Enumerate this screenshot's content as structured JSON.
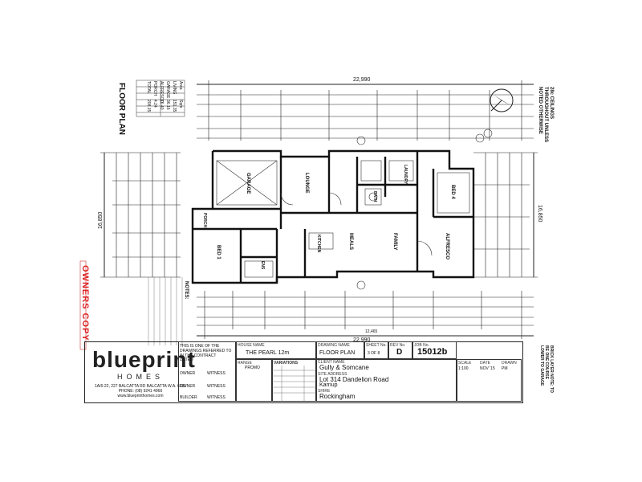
{
  "sheet": {
    "title": "FLOOR PLAN",
    "owners_copy": "OWNERS COPY",
    "ceilings_note": "28c CEILINGS\nTHROUGHOUT UNLESS\nNOTED OTHERWISE"
  },
  "dimensions": {
    "overall_width_top": "22,990",
    "overall_width_bottom": "22,990",
    "overall_depth_left": "16,850",
    "overall_depth_right": "16,850",
    "right_segment": "12,465"
  },
  "rooms": {
    "garage": "GARAGE",
    "lounge": "LOUNGE",
    "meals": "MEALS",
    "family": "FAMILY",
    "alfresco": "ALFRESCO",
    "bed_1": "BED 1",
    "bed_4": "BED 4",
    "laundry": "LAUNDRY",
    "ens": "ENS",
    "bath": "BATH",
    "porch": "PORCH",
    "kitchen": "KITCHEN"
  },
  "title_block": {
    "brand": "blueprint",
    "brand_sub": "HOMES",
    "brand_address": "1A/6-22, 227 BALCATTA RD BALCATTA W.A. 6021",
    "brand_phone": "PHONE: (08) 9241 4966",
    "brand_web": "www.blueprinthomes.com",
    "contract_note": "THIS IS ONE OF THE DRAWINGS REFERRED TO IN THE CONTRACT",
    "dated_label": "DATED",
    "owner_label": "OWNER",
    "witness_label": "WITNESS",
    "builder_label": "BUILDER",
    "house_name_label": "HOUSE NAME",
    "house_name": "THE PEARL 12m",
    "drawing_name_label": "DRAWING NAME",
    "drawing_name": "FLOOR PLAN",
    "sheet_no_label": "SHEET No.",
    "sheet_no": "3 OF 8",
    "revision_label": "REV No.",
    "revision": "D",
    "job_no_label": "JOB No.",
    "job_no": "15012b",
    "range_label": "RANGE",
    "range": "PROMO",
    "variations_label": "VARIATIONS",
    "client_label": "CLIENT NAME",
    "client": "Gully & Somcane",
    "site_label": "SITE ADDRESS",
    "site_line1": "Lot 314 Dandelion Road",
    "site_line2": "Karnup",
    "shire_label": "SHIRE",
    "shire": "Rockingham",
    "scale_label": "SCALE",
    "scale": "1:100",
    "date_label": "DATE",
    "date": "NOV '15",
    "drawn_label": "DRAWN",
    "drawn": "PM"
  },
  "notes": {
    "heading": "NOTES:",
    "brick_note": "BRICK LAYER NOTE: TO BE ONE COURSE LOWER TO GARAGE"
  },
  "area_table": {
    "header": [
      "Area",
      "Sqm"
    ],
    "rows": [
      [
        "LIVING",
        "151.35"
      ],
      [
        "GARAGE",
        "36.16"
      ],
      [
        "ALFRESCO",
        "16.40"
      ],
      [
        "PORCH",
        "4.24"
      ],
      [
        "TOTAL",
        "208.15"
      ]
    ]
  }
}
